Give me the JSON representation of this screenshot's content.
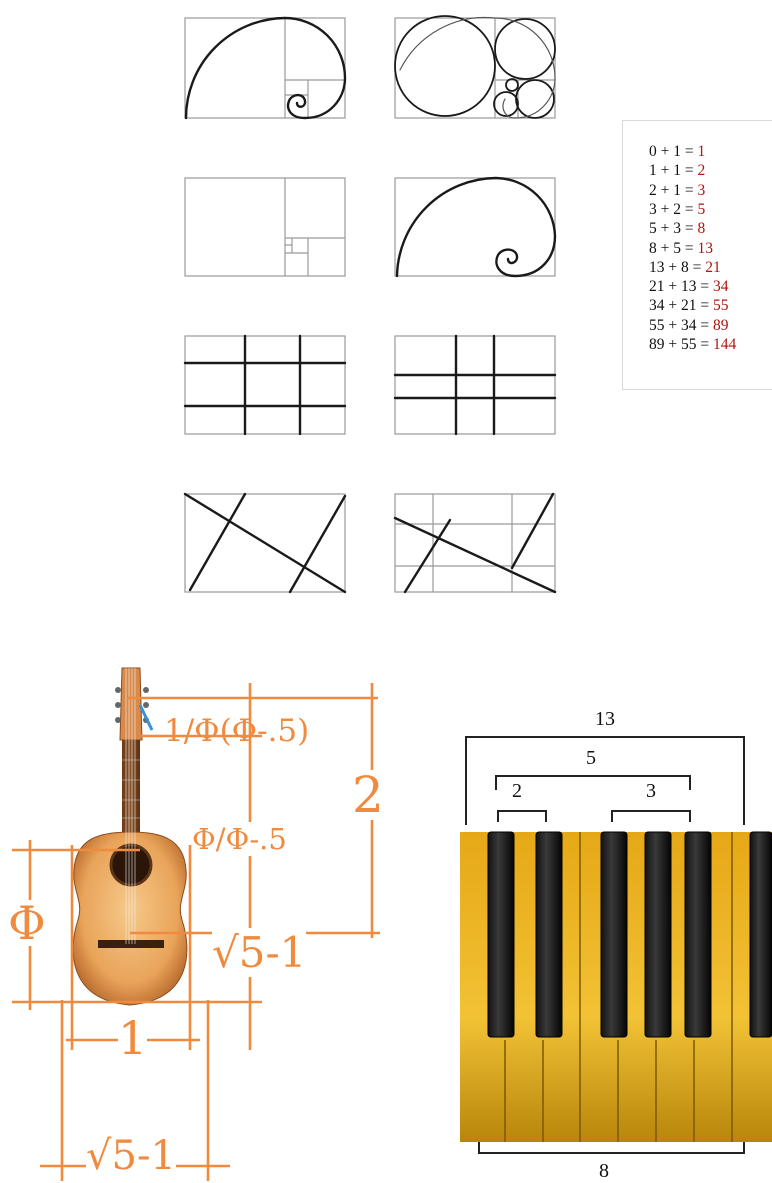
{
  "fibonacci_equations": [
    {
      "lhs": "0 + 1 = ",
      "res": "1"
    },
    {
      "lhs": "1 + 1 = ",
      "res": "2"
    },
    {
      "lhs": "2 + 1 = ",
      "res": "3"
    },
    {
      "lhs": "3 + 2 = ",
      "res": "5"
    },
    {
      "lhs": "5 + 3 = ",
      "res": "8"
    },
    {
      "lhs": "8 + 5 = ",
      "res": "13"
    },
    {
      "lhs": "13 + 8 = ",
      "res": "21"
    },
    {
      "lhs": "21 + 13 = ",
      "res": "34"
    },
    {
      "lhs": "34 + 21 = ",
      "res": "55"
    },
    {
      "lhs": "55 + 34 = ",
      "res": "89"
    },
    {
      "lhs": "89 + 55 = ",
      "res": "144"
    }
  ],
  "guitar_labels": {
    "headstock_ratio": "1/Φ(Φ-.5)",
    "two": "2",
    "neck_ratio": "Φ/Φ-.5",
    "phi": "Φ",
    "root5_right": "√5-1",
    "one": "1",
    "root5_bottom": "√5-1"
  },
  "piano_labels": {
    "thirteen": "13",
    "five": "5",
    "two": "2",
    "three": "3",
    "eight": "8"
  },
  "colors": {
    "guitar_annotation": "#f08a3e",
    "fib_result": "#b0140e",
    "piano_gold": "#d9a21a"
  }
}
